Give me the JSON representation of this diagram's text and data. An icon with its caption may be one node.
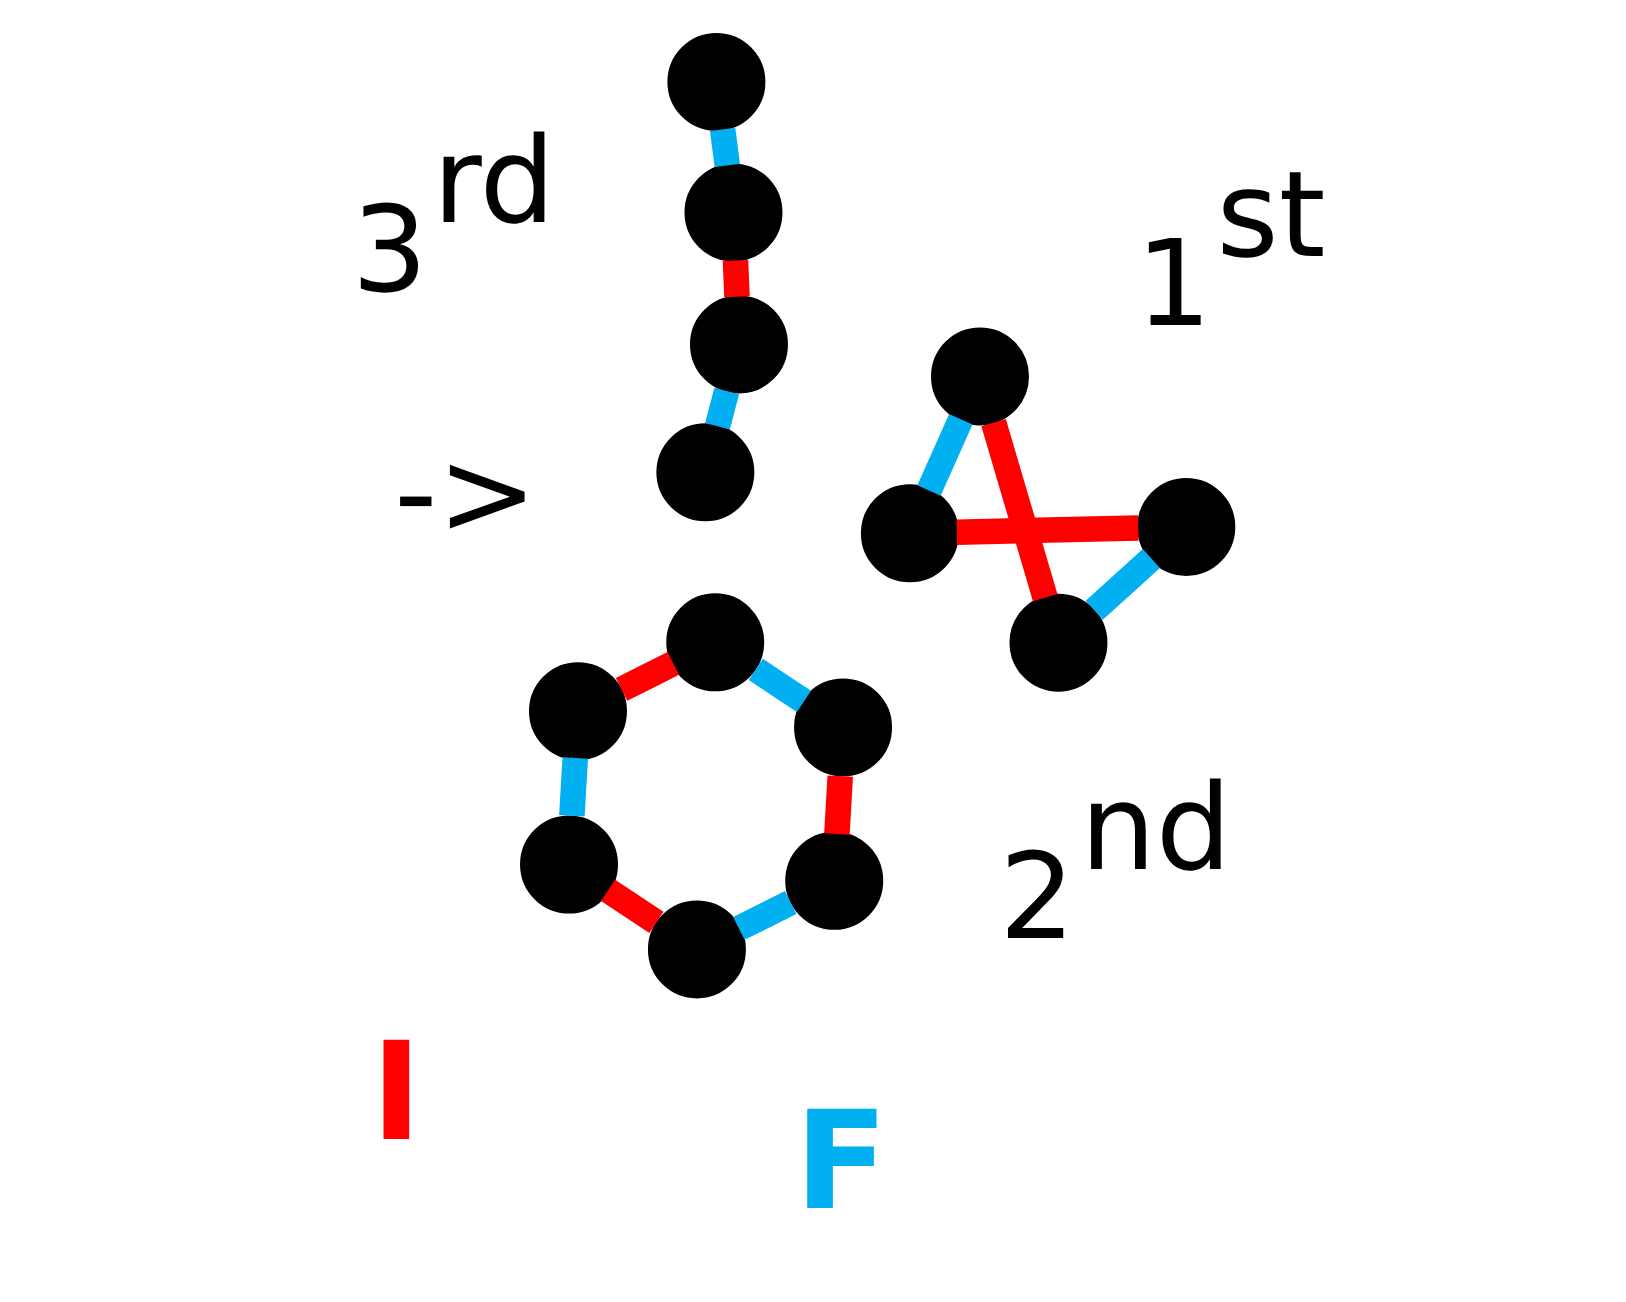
{
  "diagram": {
    "nodes": [
      {
        "text": [],
        "shape": "circle"
      },
      {
        "text": [],
        "shape": "circle"
      },
      {
        "text": [],
        "shape": "circle"
      },
      {
        "text": [],
        "shape": "circle"
      },
      {
        "text": [],
        "shape": "circle"
      },
      {
        "text": [],
        "shape": "circle"
      },
      {
        "text": [],
        "shape": "circle"
      },
      {
        "text": [],
        "shape": "circle"
      },
      {
        "text": [],
        "shape": "circle"
      },
      {
        "text": [],
        "shape": "circle"
      },
      {
        "text": [],
        "shape": "circle"
      },
      {
        "text": [],
        "shape": "circle"
      },
      {
        "text": [],
        "shape": "circle"
      },
      {
        "text": [],
        "shape": "circle"
      }
    ],
    "edges": [
      {
        "from": 0,
        "to": 1,
        "arrow": "none",
        "color": "#ff0000"
      },
      {
        "from": 1,
        "to": 2,
        "arrow": "none",
        "color": "#00b0f0"
      },
      {
        "from": 2,
        "to": 3,
        "arrow": "none",
        "color": "#ff0000"
      },
      {
        "from": 3,
        "to": 4,
        "arrow": "none",
        "color": "#00b0f0"
      },
      {
        "from": 4,
        "to": 5,
        "arrow": "none",
        "color": "#ff0000"
      },
      {
        "from": 5,
        "to": 0,
        "arrow": "none",
        "color": "#00b0f0"
      },
      {
        "from": 6,
        "to": 7,
        "arrow": "none",
        "color": "#ff0000"
      },
      {
        "from": 7,
        "to": 8,
        "arrow": "none",
        "color": "#00b0f0"
      },
      {
        "from": 8,
        "to": 9,
        "arrow": "none",
        "color": "#ff0000"
      },
      {
        "from": 9,
        "to": 6,
        "arrow": "none",
        "color": "#00b0f0"
      },
      {
        "from": 10,
        "to": 11,
        "arrow": "none",
        "color": "#00b0f0"
      },
      {
        "from": 11,
        "to": 12,
        "arrow": "none",
        "color": "#ff0000"
      },
      {
        "from": 12,
        "to": 13,
        "arrow": "none",
        "color": "#00b0f0"
      }
    ],
    "labels": [
      "1$^{st}$",
      "3$^{rd}$",
      "2$^{nd}$",
      "->"
    ],
    "legend": [
      {
        "text": "I",
        "color": "#ff0000"
      },
      {
        "text": "F",
        "color": "#00b0f0"
      }
    ]
  }
}
